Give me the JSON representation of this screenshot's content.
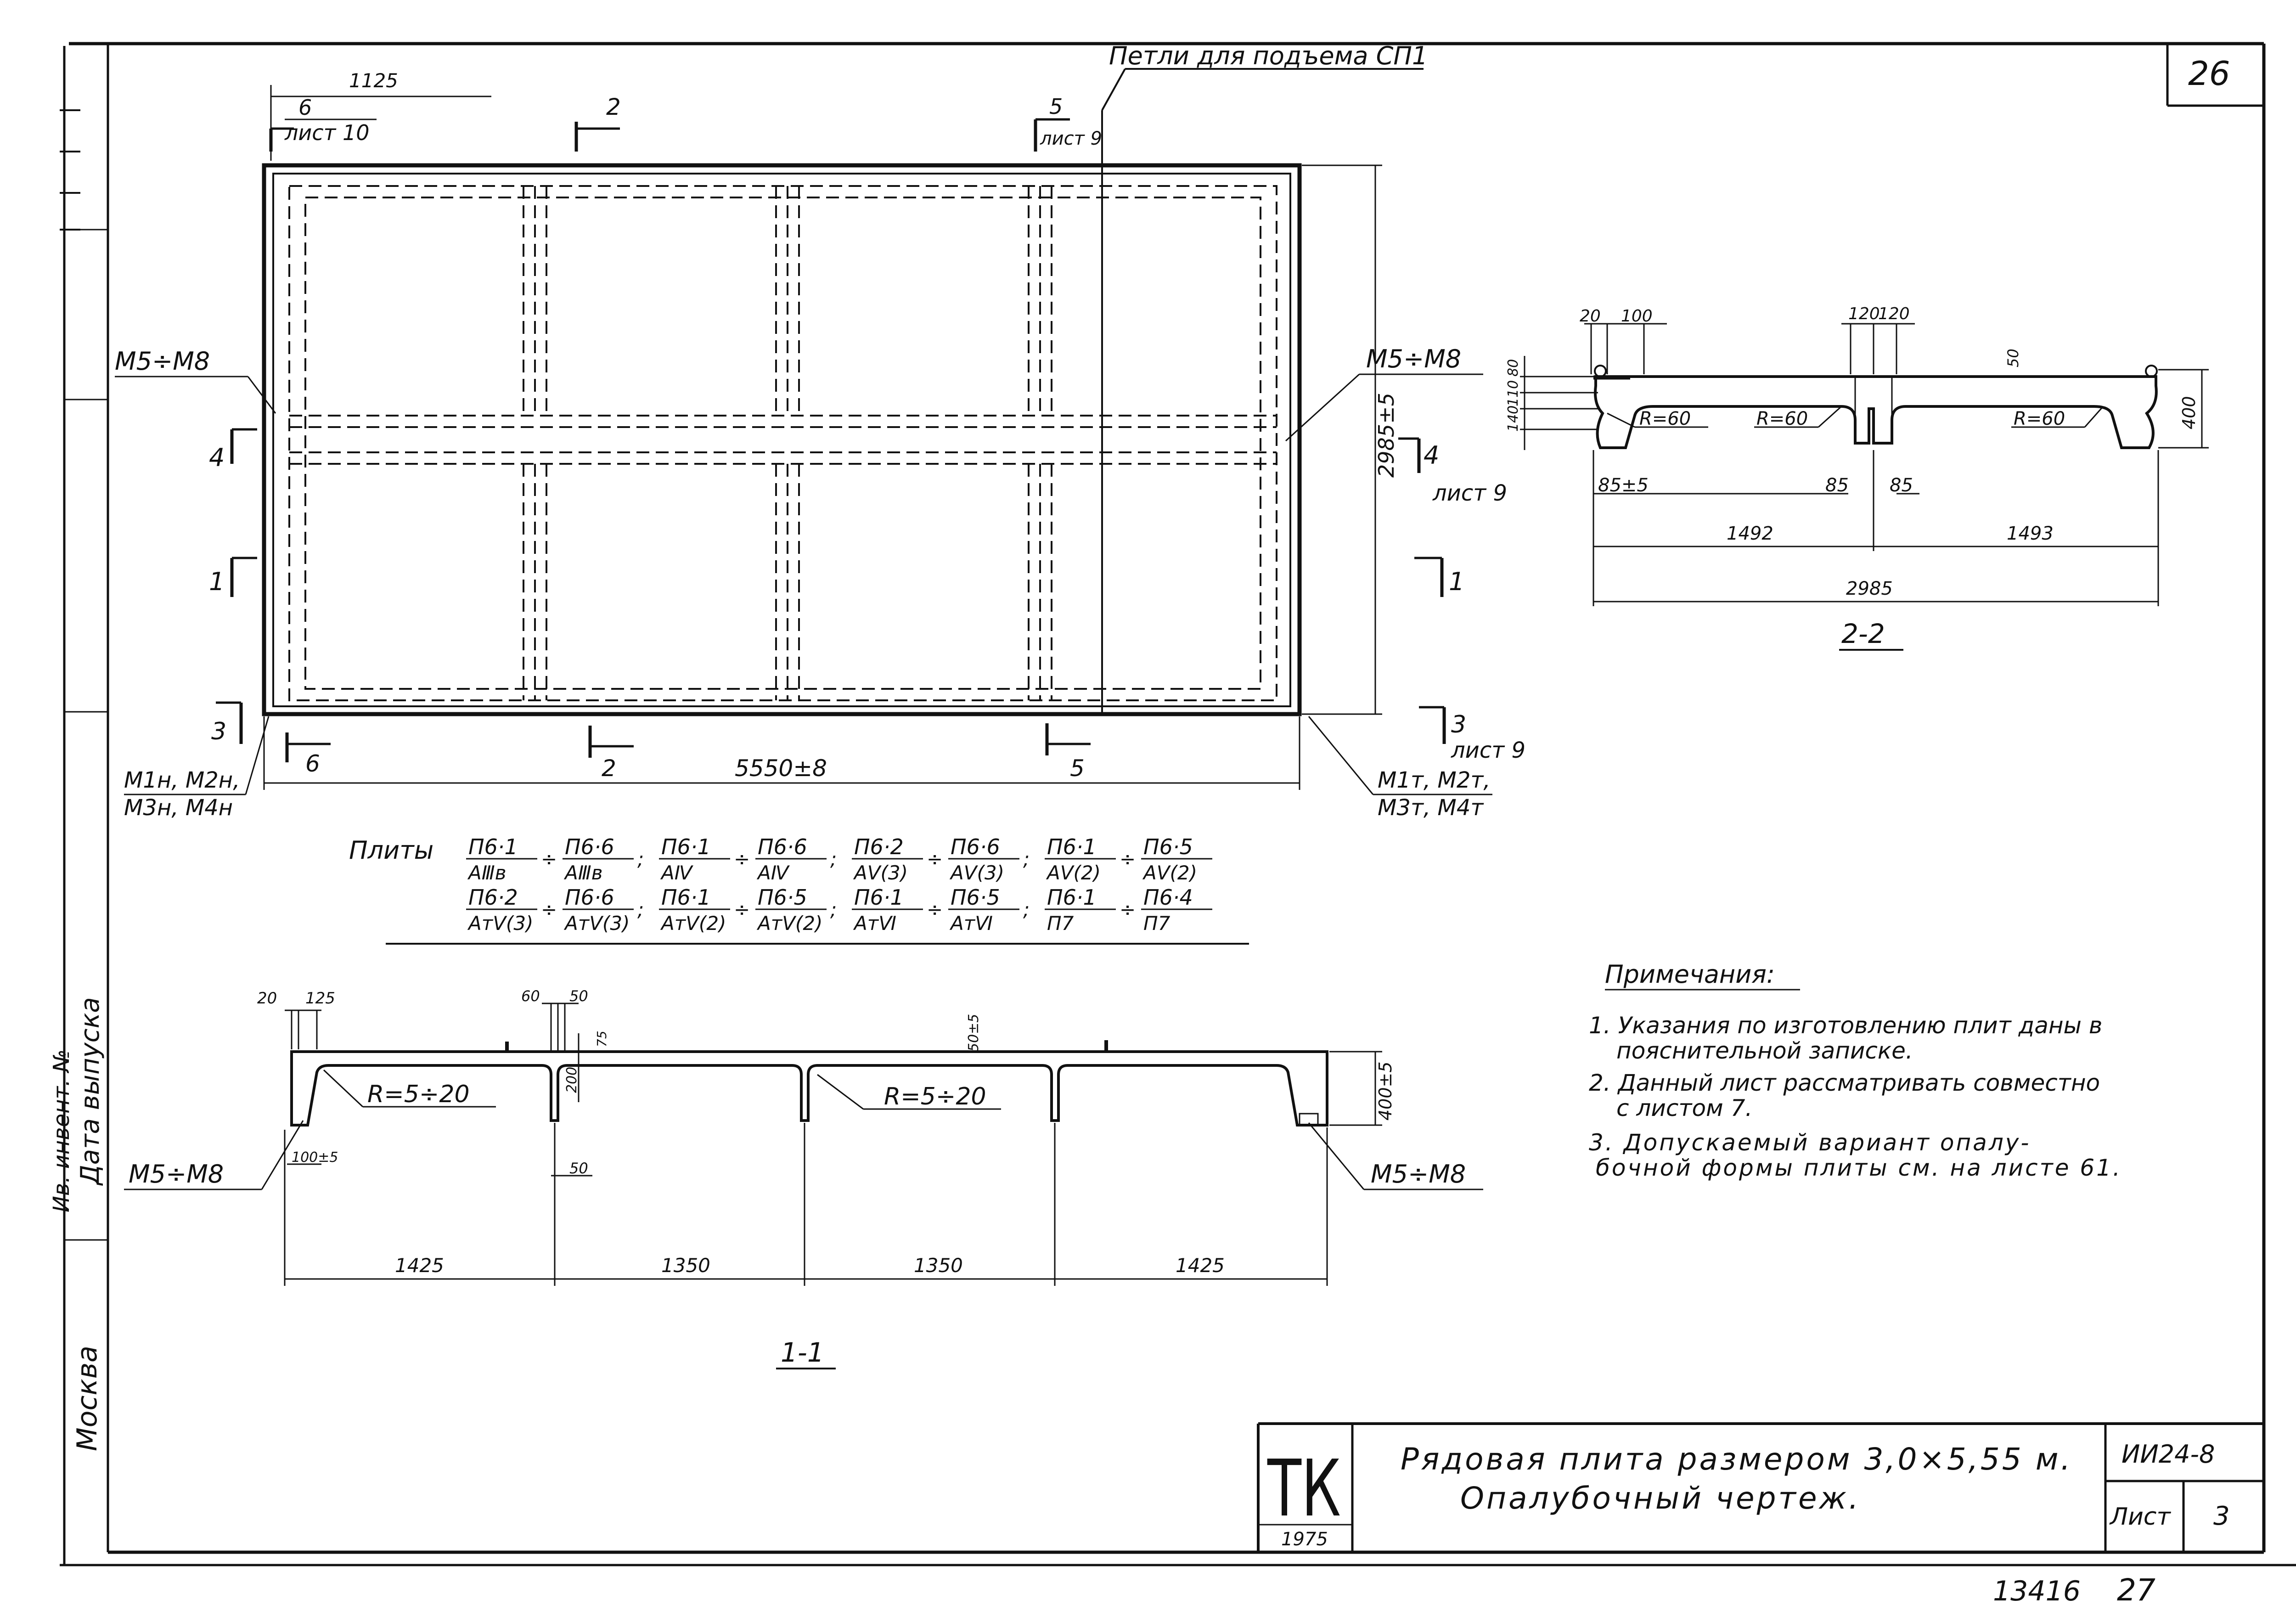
{
  "sheet_number": "26",
  "title_block": {
    "logo": "ТК",
    "year": "1975",
    "title_line1": "Рядовая плита размером 3,0×5,55 м.",
    "title_line2": "Опалубочный чертеж.",
    "series": "ИИ24-8",
    "sheet_label": "Лист",
    "sheet_value": "3"
  },
  "footer": {
    "order": "13416",
    "page": "27"
  },
  "left_margin": {
    "city": "Москва",
    "release_date": "Дата выпуска",
    "inventory": "Ив. инвент. №"
  },
  "plan": {
    "top_dim": "1125",
    "loops_label": "Петли для подъема СП1",
    "cut6": "6",
    "cut6_sheet": "лист 10",
    "cut2": "2",
    "cut5": "5",
    "cut5_sheet": "лист 9",
    "m_left": "М5÷М8",
    "m_right": "М5÷М8",
    "cut4": "4",
    "cut4_sheet": "лист 9",
    "cut1": "1",
    "cut3": "3",
    "cut3_sheet": "лист 9",
    "height_dim": "2985±5",
    "length_dim": "5550±8",
    "bl_label1": "М1н, М2н,",
    "bl_label2": "М3н, М4н",
    "br_label1": "М1т, М2т,",
    "br_label2": "М3т, М4т"
  },
  "plates": {
    "prefix": "Плиты",
    "row1": [
      {
        "num": "П6·1",
        "den": "АⅢв"
      },
      {
        "num": "П6·6",
        "den": "АⅢв"
      },
      {
        "num": "П6·1",
        "den": "АⅣ"
      },
      {
        "num": "П6·6",
        "den": "АⅣ"
      },
      {
        "num": "П6·2",
        "den": "АⅤ(3)"
      },
      {
        "num": "П6·6",
        "den": "АⅤ(3)"
      },
      {
        "num": "П6·1",
        "den": "АⅤ(2)"
      },
      {
        "num": "П6·5",
        "den": "АⅤ(2)"
      }
    ],
    "row2": [
      {
        "num": "П6·2",
        "den": "АтⅤ(3)"
      },
      {
        "num": "П6·6",
        "den": "АтⅤ(3)"
      },
      {
        "num": "П6·1",
        "den": "АтⅤ(2)"
      },
      {
        "num": "П6·5",
        "den": "АтⅤ(2)"
      },
      {
        "num": "П6·1",
        "den": "АтⅥ"
      },
      {
        "num": "П6·5",
        "den": "АтⅥ"
      },
      {
        "num": "П6·1",
        "den": "П7"
      },
      {
        "num": "П6·4",
        "den": "П7"
      }
    ]
  },
  "section22": {
    "d20": "20",
    "d100": "100",
    "d120a": "120",
    "d120b": "120",
    "d50": "50",
    "v80": "80",
    "v110": "110",
    "v140": "140",
    "v400": "400",
    "r1": "R=60",
    "r2": "R=60",
    "r3": "R=60",
    "d85a": "85±5",
    "d85b": "85",
    "d85c": "85",
    "d1492": "1492",
    "d1493": "1493",
    "d2985": "2985",
    "label": "2-2"
  },
  "section11": {
    "d20": "20",
    "d125": "125",
    "d60": "60",
    "d50": "50",
    "d75": "75",
    "d200": "200",
    "d50b": "50±5",
    "d400": "400±5",
    "d100": "100±5",
    "d50c": "50",
    "r1": "R=5÷20",
    "r2": "R=5÷20",
    "m_left": "М5÷М8",
    "m_right": "М5÷М8",
    "d1425a": "1425",
    "d1350a": "1350",
    "d1350b": "1350",
    "d1425b": "1425",
    "label": "1-1"
  },
  "notes": {
    "title": "Примечания:",
    "n1a": "1. Указания по изготовлению плит даны в",
    "n1b": "пояснительной записке.",
    "n2a": "2. Данный лист рассматривать совместно",
    "n2b": "с листом 7.",
    "n3a": "3. Допускаемый вариант опалу-",
    "n3b": "бочной формы плиты см. на листе 61."
  }
}
